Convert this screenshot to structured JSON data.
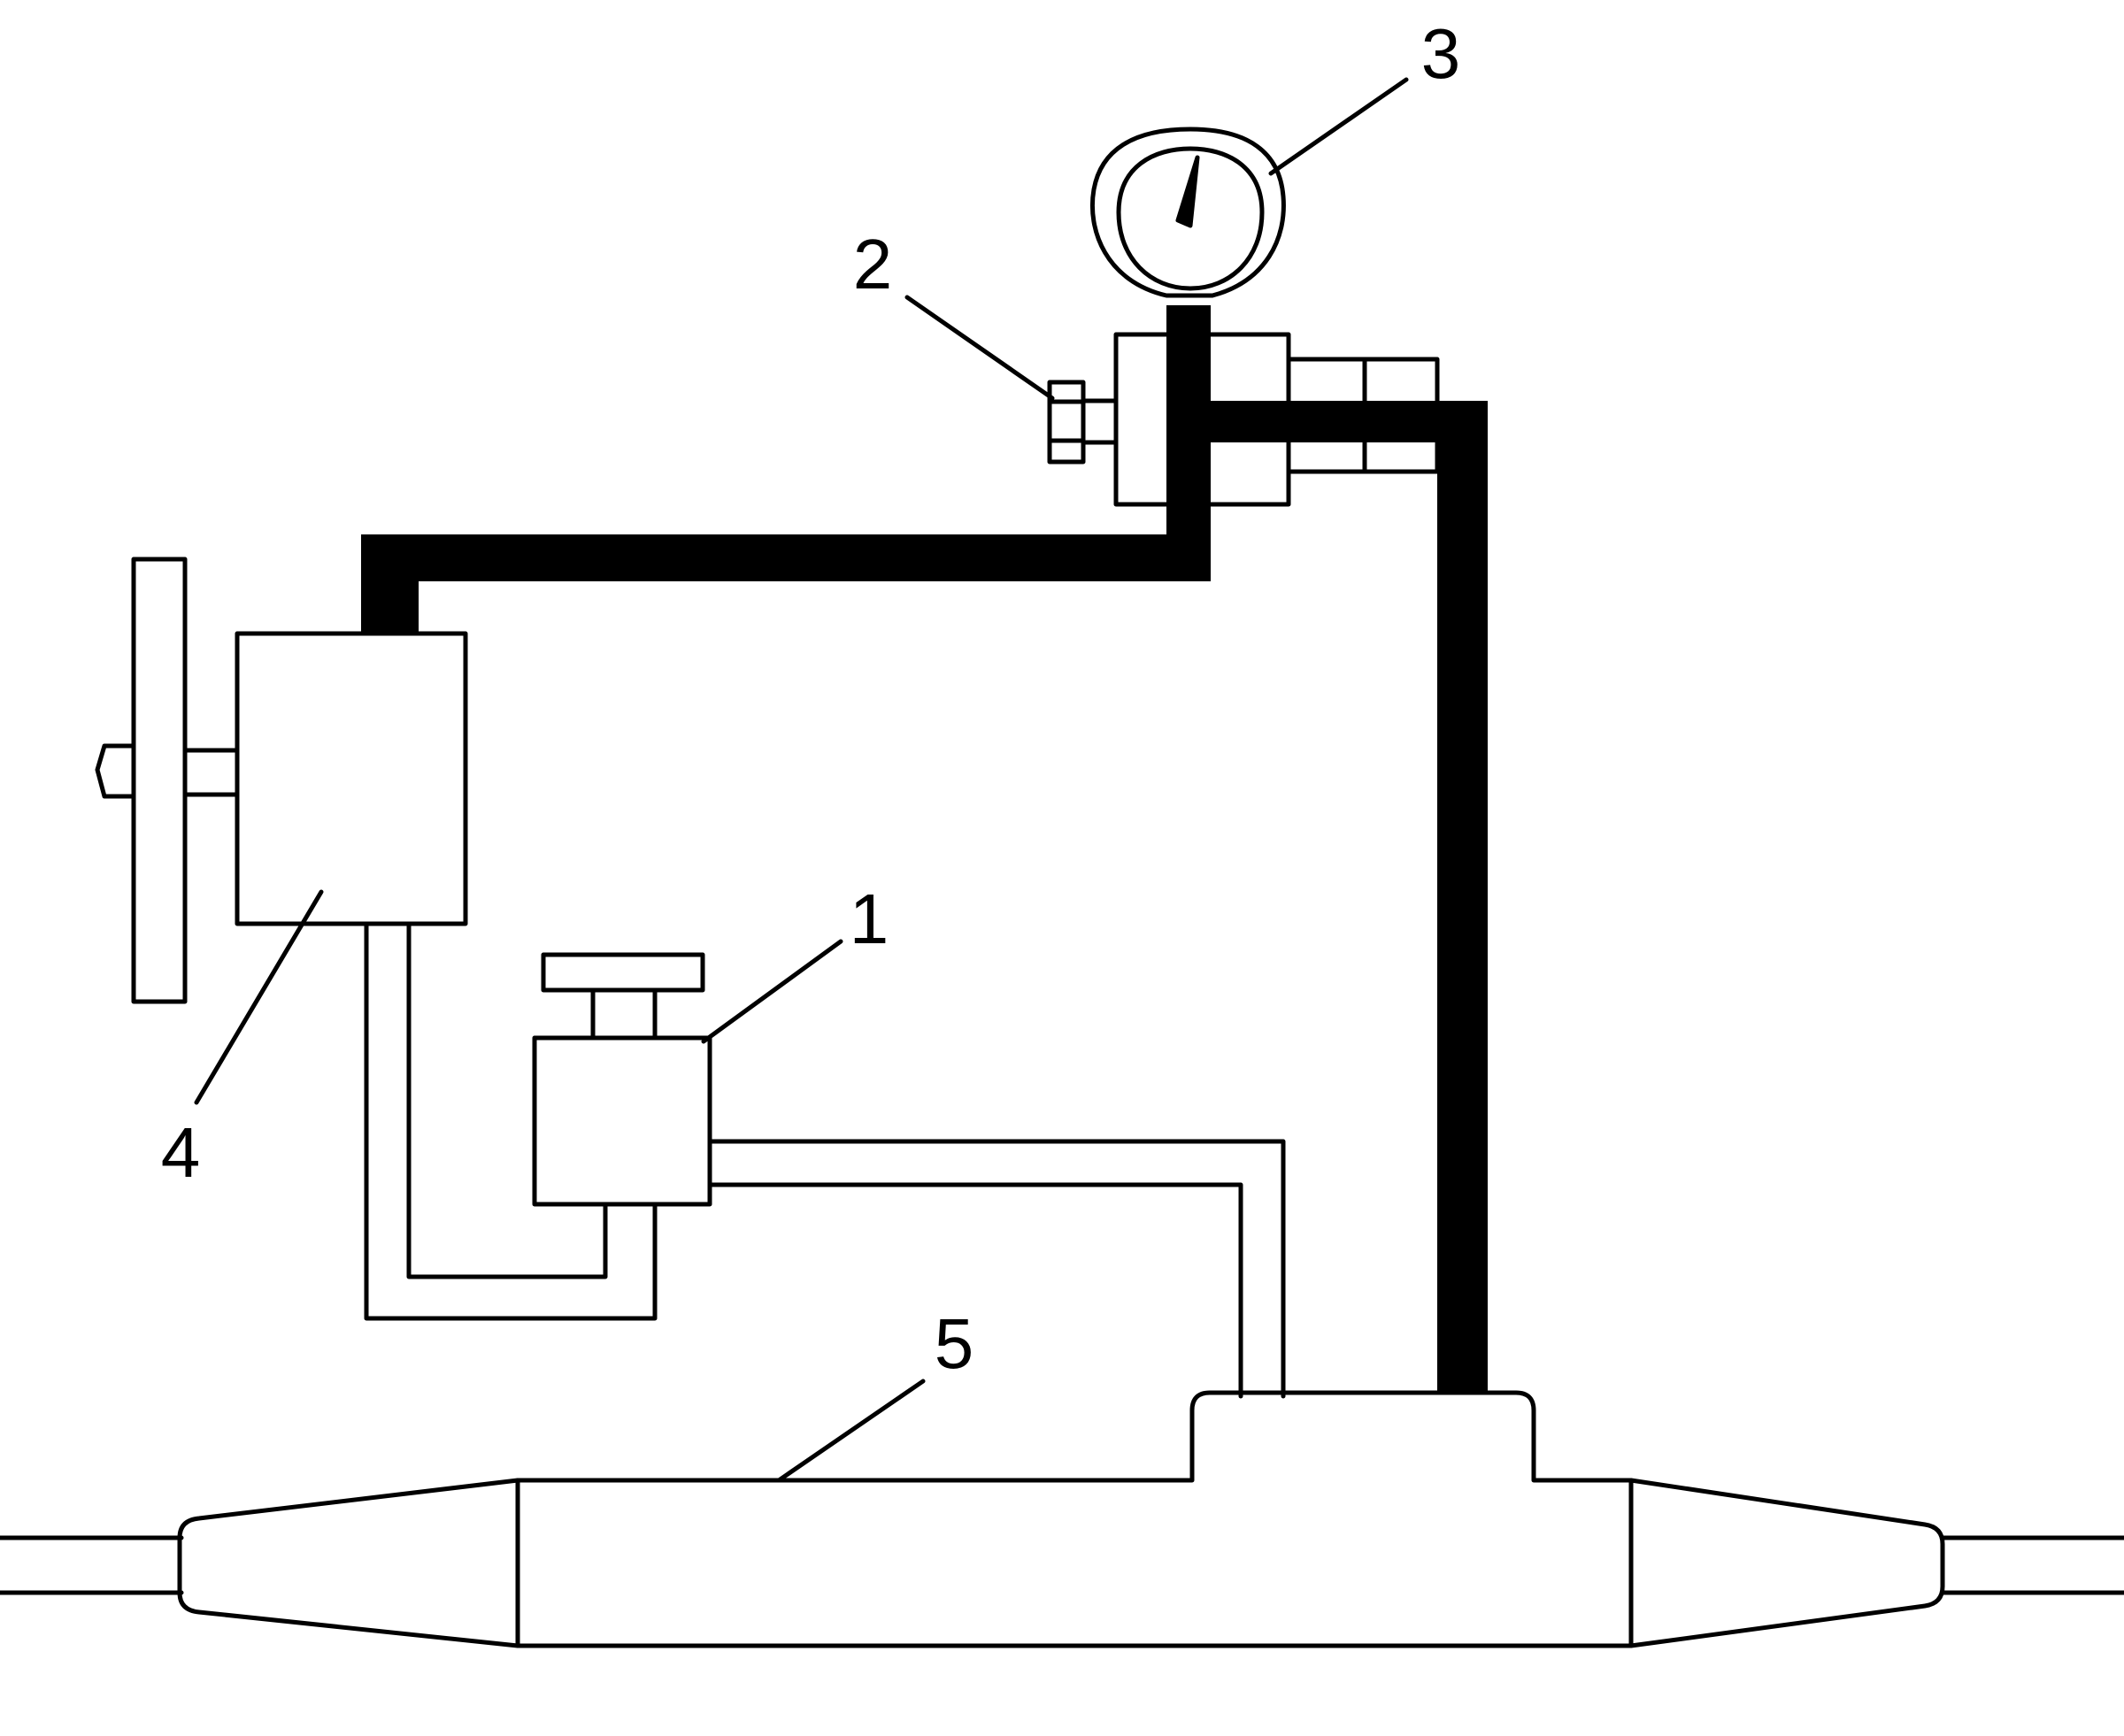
{
  "colors": {
    "line": "#000000",
    "background": "#ffffff"
  },
  "callouts": [
    {
      "id": "1",
      "text": "1"
    },
    {
      "id": "2",
      "text": "2"
    },
    {
      "id": "3",
      "text": "3"
    },
    {
      "id": "4",
      "text": "4"
    },
    {
      "id": "5",
      "text": "5"
    }
  ]
}
